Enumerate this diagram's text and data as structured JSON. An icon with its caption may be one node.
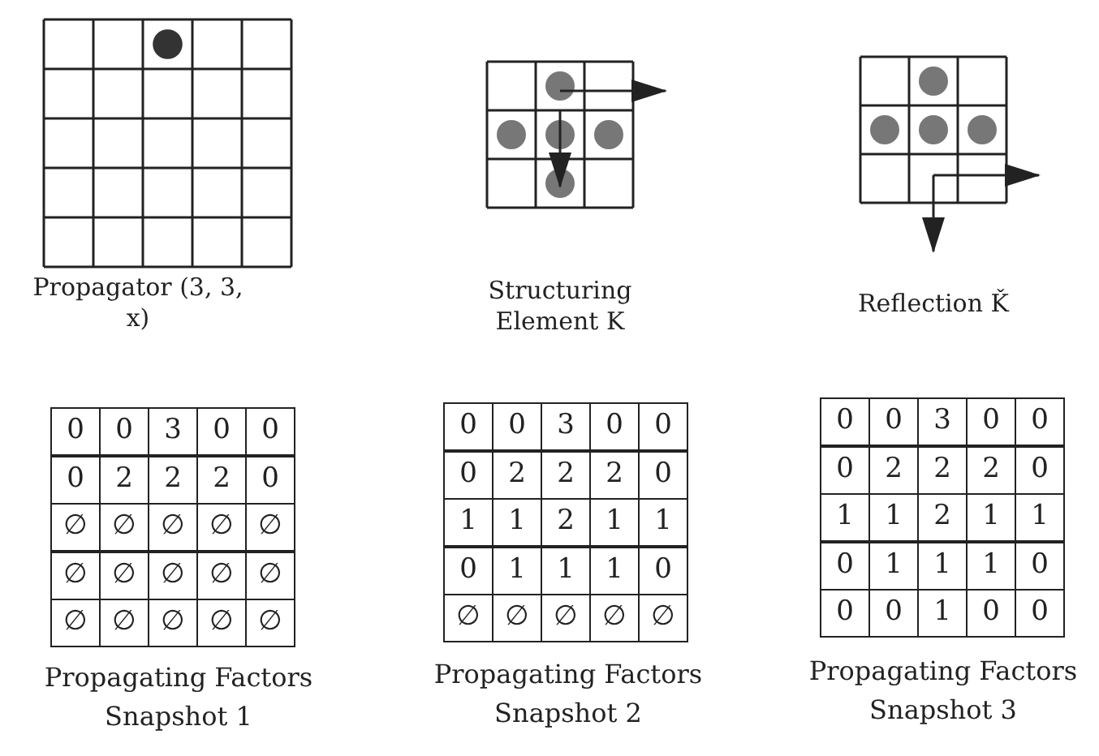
{
  "diagram": {
    "labels": [
      "Propagator (3, 3, x)",
      "Structuring Element K",
      "Reflection Ǩ",
      "0",
      "0",
      "3",
      "0",
      "0",
      "0",
      "2",
      "2",
      "2",
      "0",
      "∅",
      "∅",
      "∅",
      "∅",
      "∅",
      "∅",
      "∅",
      "∅",
      "∅",
      "∅",
      "∅",
      "∅",
      "∅",
      "∅",
      "∅",
      "Propagating Factors Snapshot 1",
      "0",
      "0",
      "3",
      "0",
      "0",
      "0",
      "2",
      "2",
      "2",
      "0",
      "1",
      "1",
      "2",
      "1",
      "1",
      "0",
      "1",
      "1",
      "1",
      "0",
      "∅",
      "∅",
      "∅",
      "∅",
      "∅",
      "Propagating Factors Snapshot 2",
      "0",
      "0",
      "3",
      "0",
      "0",
      "0",
      "2",
      "2",
      "2",
      "0",
      "1",
      "1",
      "2",
      "1",
      "1",
      "0",
      "1",
      "1",
      "1",
      "0",
      "0",
      "0",
      "1",
      "0",
      "0",
      "Propagating Factors Snapshot 3"
    ]
  }
}
